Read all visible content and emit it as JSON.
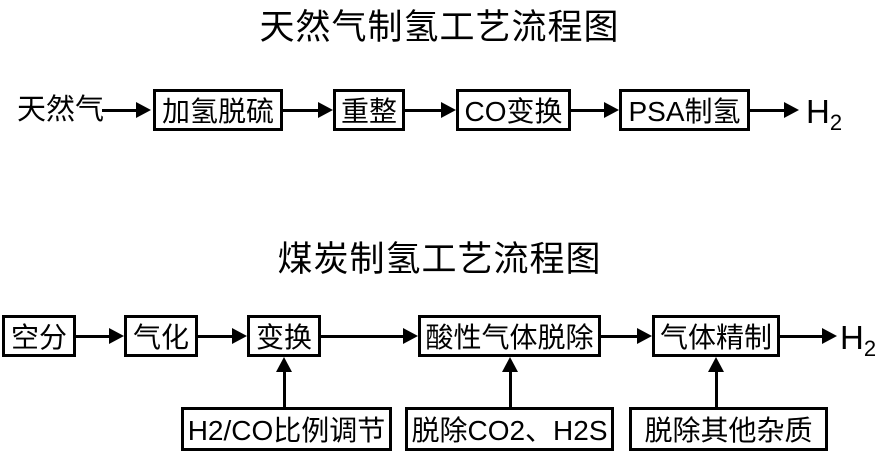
{
  "page": {
    "background_color": "#ffffff",
    "line_color": "#000000",
    "text_color": "#000000"
  },
  "diagram1": {
    "title": "天然气制氢工艺流程图",
    "source_label": "天然气",
    "boxes": [
      {
        "label": "加氢脱硫"
      },
      {
        "label": "重整"
      },
      {
        "label": "CO变换"
      },
      {
        "label": "PSA制氢"
      }
    ],
    "output": {
      "symbol": "H",
      "subscript": "2"
    }
  },
  "diagram2": {
    "title": "煤炭制氢工艺流程图",
    "boxes": [
      {
        "label": "空分"
      },
      {
        "label": "气化"
      },
      {
        "label": "变换"
      },
      {
        "label": "酸性气体脱除"
      },
      {
        "label": "气体精制"
      }
    ],
    "annotations": [
      {
        "label": "H2/CO比例调节",
        "feeds": "变换"
      },
      {
        "label": "脱除CO2、H2S",
        "feeds": "酸性气体脱除"
      },
      {
        "label": "脱除其他杂质",
        "feeds": "气体精制"
      }
    ],
    "output": {
      "symbol": "H",
      "subscript": "2"
    }
  }
}
